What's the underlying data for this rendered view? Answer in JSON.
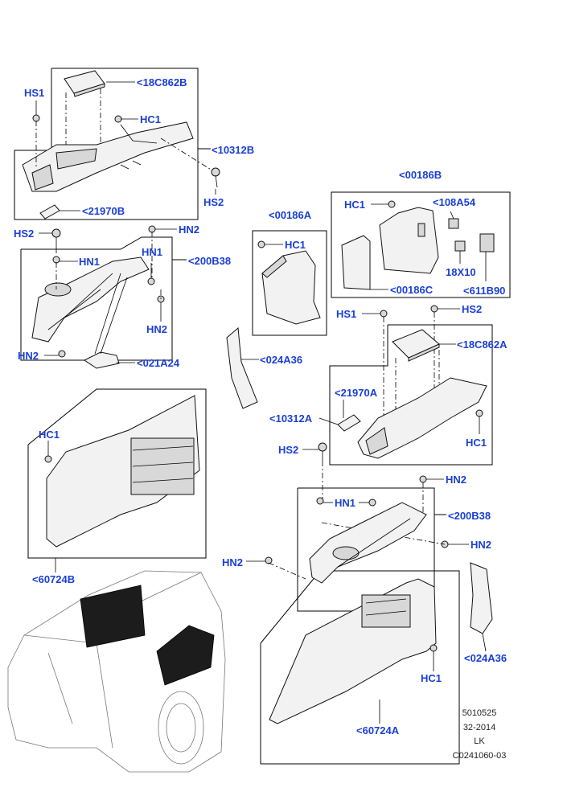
{
  "colors": {
    "label": "#1a3fd6",
    "line": "#000000",
    "meta": "#222222"
  },
  "labels": {
    "l01": "HS1",
    "l02": "<18C862B",
    "l03": "HC1",
    "l04": "<10312B",
    "l05": "HS2",
    "l06": "<21970B",
    "l07": "HS2",
    "l08": "HN2",
    "l09": "HN1",
    "l10": "HN1",
    "l11": "<200B38",
    "l12": "HN2",
    "l13": "HN2",
    "l14": "<021A24",
    "l15": "<00186A",
    "l16": "HC1",
    "l17": "<00186B",
    "l18": "HC1",
    "l19": "<108A54",
    "l20": "18X10",
    "l21": "<00186C",
    "l22": "<611B90",
    "l23": "HS1",
    "l24": "HS2",
    "l25": "<18C862A",
    "l26": "<024A36",
    "l27": "<21970A",
    "l28": "<10312A",
    "l29": "HC1",
    "l30": "HS2",
    "l31": "HN2",
    "l32": "HN1",
    "l33": "<200B38",
    "l34": "HN2",
    "l35": "HC1",
    "l36": "<60724B",
    "l37": "HN2",
    "l38": "<024A36",
    "l39": "HC1",
    "l40": "<60724A"
  },
  "footer": {
    "line1": "5010525",
    "line2": "32-2014",
    "line3": "LK",
    "line4": "C0241060-03"
  }
}
